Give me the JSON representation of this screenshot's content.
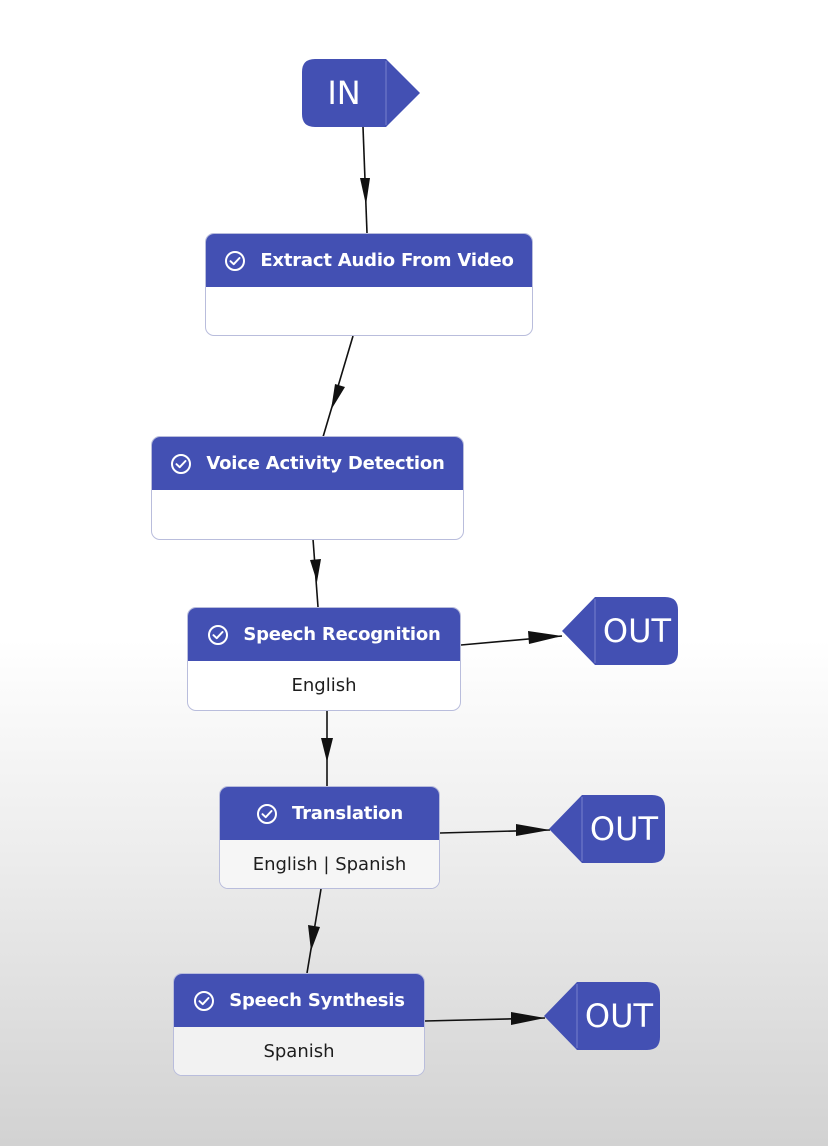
{
  "colors": {
    "node_header": "#4350b3",
    "node_body": "#ffffff",
    "terminal": "#4350b3",
    "edge": "#111111"
  },
  "input_terminal": {
    "label": "IN"
  },
  "output_terminals": [
    {
      "label": "OUT",
      "source": "Speech Recognition"
    },
    {
      "label": "OUT",
      "source": "Translation"
    },
    {
      "label": "OUT",
      "source": "Speech Synthesis"
    }
  ],
  "nodes": [
    {
      "title": "Extract Audio From Video",
      "detail": "",
      "status_icon": "check-circle-icon"
    },
    {
      "title": "Voice Activity Detection",
      "detail": "",
      "status_icon": "check-circle-icon"
    },
    {
      "title": "Speech Recognition",
      "detail": "English",
      "status_icon": "check-circle-icon"
    },
    {
      "title": "Translation",
      "detail": "English | Spanish",
      "status_icon": "check-circle-icon"
    },
    {
      "title": "Speech Synthesis",
      "detail": "Spanish",
      "status_icon": "check-circle-icon"
    }
  ],
  "edges": [
    {
      "from": "IN",
      "to": "Extract Audio From Video"
    },
    {
      "from": "Extract Audio From Video",
      "to": "Voice Activity Detection"
    },
    {
      "from": "Voice Activity Detection",
      "to": "Speech Recognition"
    },
    {
      "from": "Speech Recognition",
      "to": "OUT"
    },
    {
      "from": "Speech Recognition",
      "to": "Translation"
    },
    {
      "from": "Translation",
      "to": "OUT"
    },
    {
      "from": "Translation",
      "to": "Speech Synthesis"
    },
    {
      "from": "Speech Synthesis",
      "to": "OUT"
    }
  ]
}
